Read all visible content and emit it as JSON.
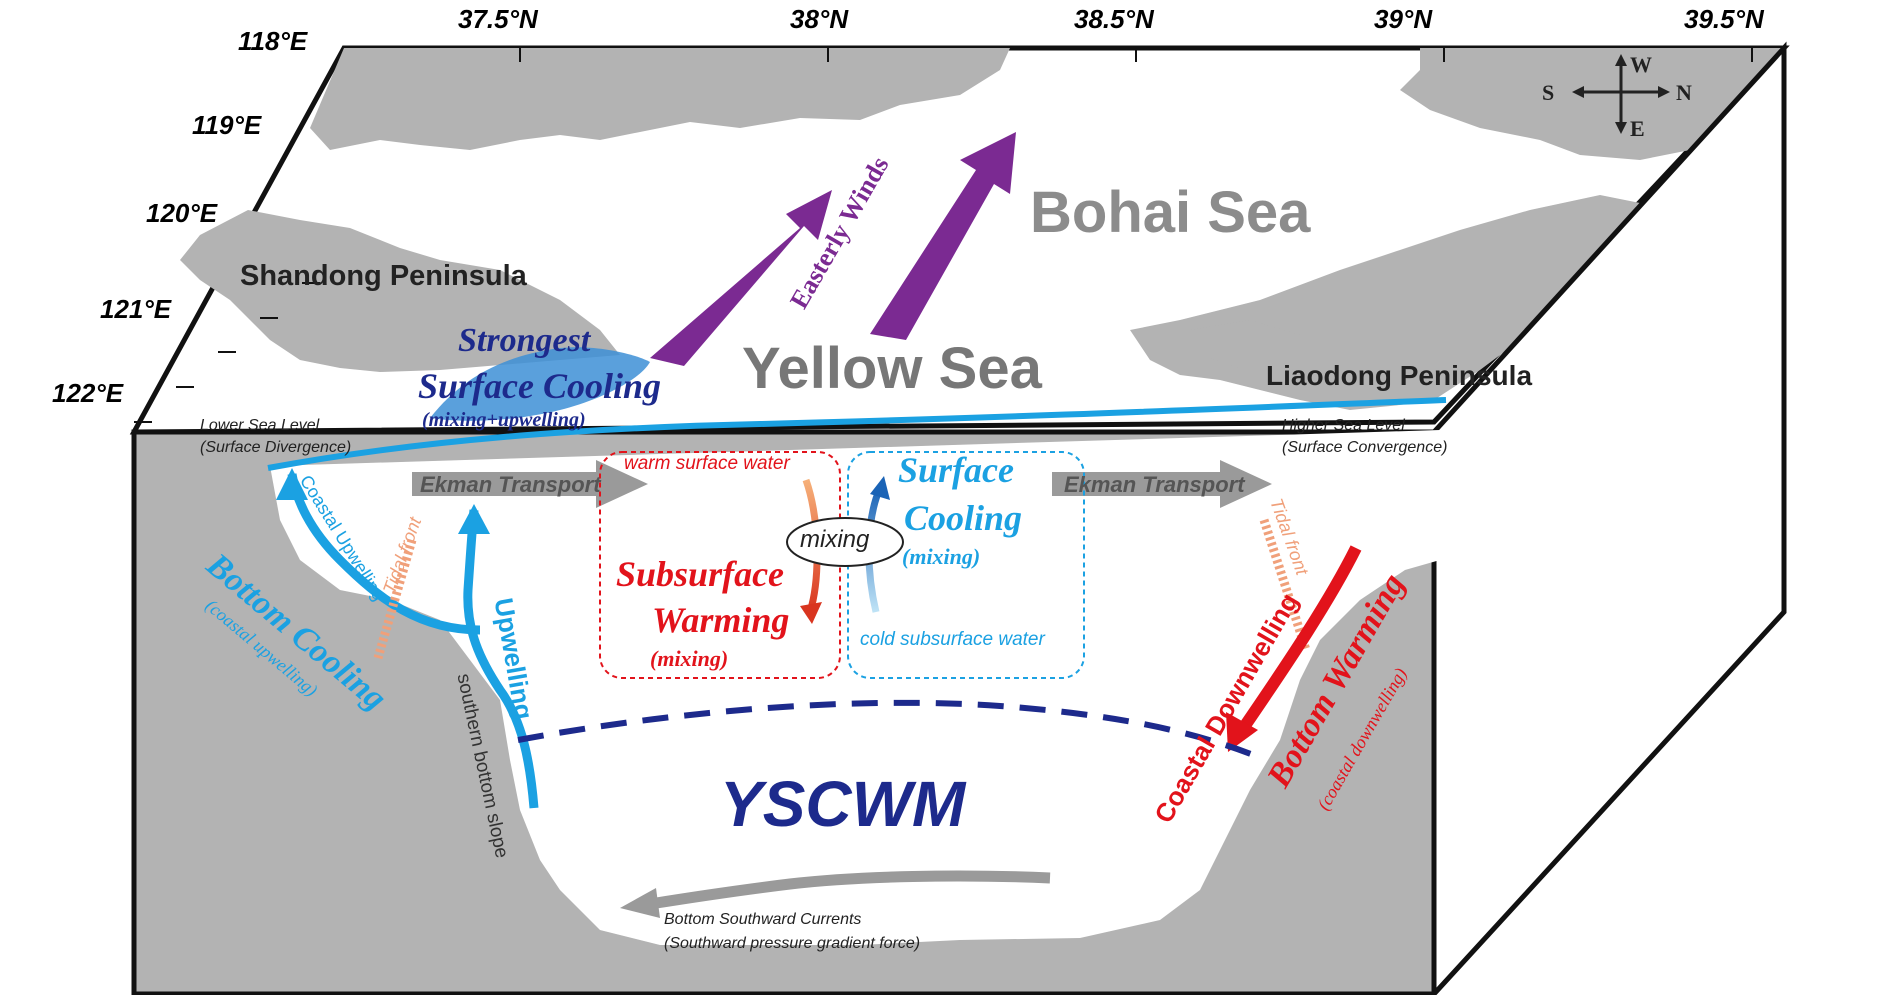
{
  "latitude_labels": [
    "37.5°N",
    "38°N",
    "38.5°N",
    "39°N",
    "39.5°N"
  ],
  "longitude_labels": [
    "118°E",
    "119°E",
    "120°E",
    "121°E",
    "122°E"
  ],
  "compass": {
    "s": "S",
    "n": "N",
    "w": "W",
    "e": "E"
  },
  "regions": {
    "bohai_sea": "Bohai Sea",
    "yellow_sea": "Yellow Sea",
    "shandong": "Shandong Peninsula",
    "liaodong": "Liaodong Peninsula"
  },
  "winds": "Easterly Winds",
  "surface_cooling_strong": {
    "line1": "Strongest",
    "line2": "Surface Cooling",
    "note": "(mixing+upwelling)"
  },
  "sea_level": {
    "lower_line1": "Lower Sea Level",
    "lower_line2": "(Surface Divergence)",
    "higher_line1": "Higher Sea Level",
    "higher_line2": "(Surface Convergence)"
  },
  "ekman": {
    "left": "Ekman Transport",
    "right": "Ekman Transport"
  },
  "mixing_box": {
    "warm_surface": "warm surface water",
    "cold_subsurface": "cold subsurface water",
    "mixing": "mixing",
    "subsurface_warming_1": "Subsurface",
    "subsurface_warming_2": "Warming",
    "subsurface_warming_note": "(mixing)",
    "surface_cooling_1": "Surface",
    "surface_cooling_2": "Cooling",
    "surface_cooling_note": "(mixing)"
  },
  "left_side": {
    "coastal_upwelling": "Coastal Upwelling",
    "tidal_front": "Tidal front",
    "bottom_cooling": "Bottom Cooling",
    "bottom_cooling_note": "(coastal upwelling)",
    "upwelling": "Upwelling",
    "southern_slope": "southern bottom slope"
  },
  "right_side": {
    "tidal_front": "Tidal front",
    "coastal_downwelling": "Coastal Downwelling",
    "bottom_warming": "Bottom Warming",
    "bottom_warming_note": "(coastal downwelling)"
  },
  "yscwm": "YSCWM",
  "bottom_current": {
    "line1": "Bottom Southward Currents",
    "line2": "(Southward pressure gradient force)"
  },
  "colors": {
    "land": "#b3b3b3",
    "box_side": "#b3b3b3",
    "cold_blue": "#1ba1e2",
    "dark_blue": "#1d2a8c",
    "warm_red": "#e2131b",
    "purple": "#7b2a92",
    "gray_arrow": "#9a9a9a",
    "tidal_orange": "#f0a07a"
  }
}
